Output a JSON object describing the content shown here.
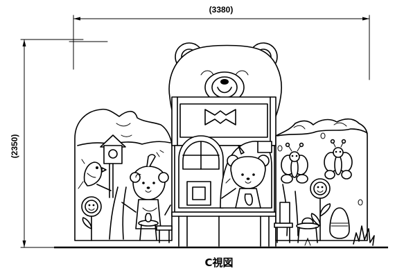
{
  "drawing": {
    "width_dimension": "(3380)",
    "height_dimension": "(2350)",
    "caption": "C視図"
  }
}
